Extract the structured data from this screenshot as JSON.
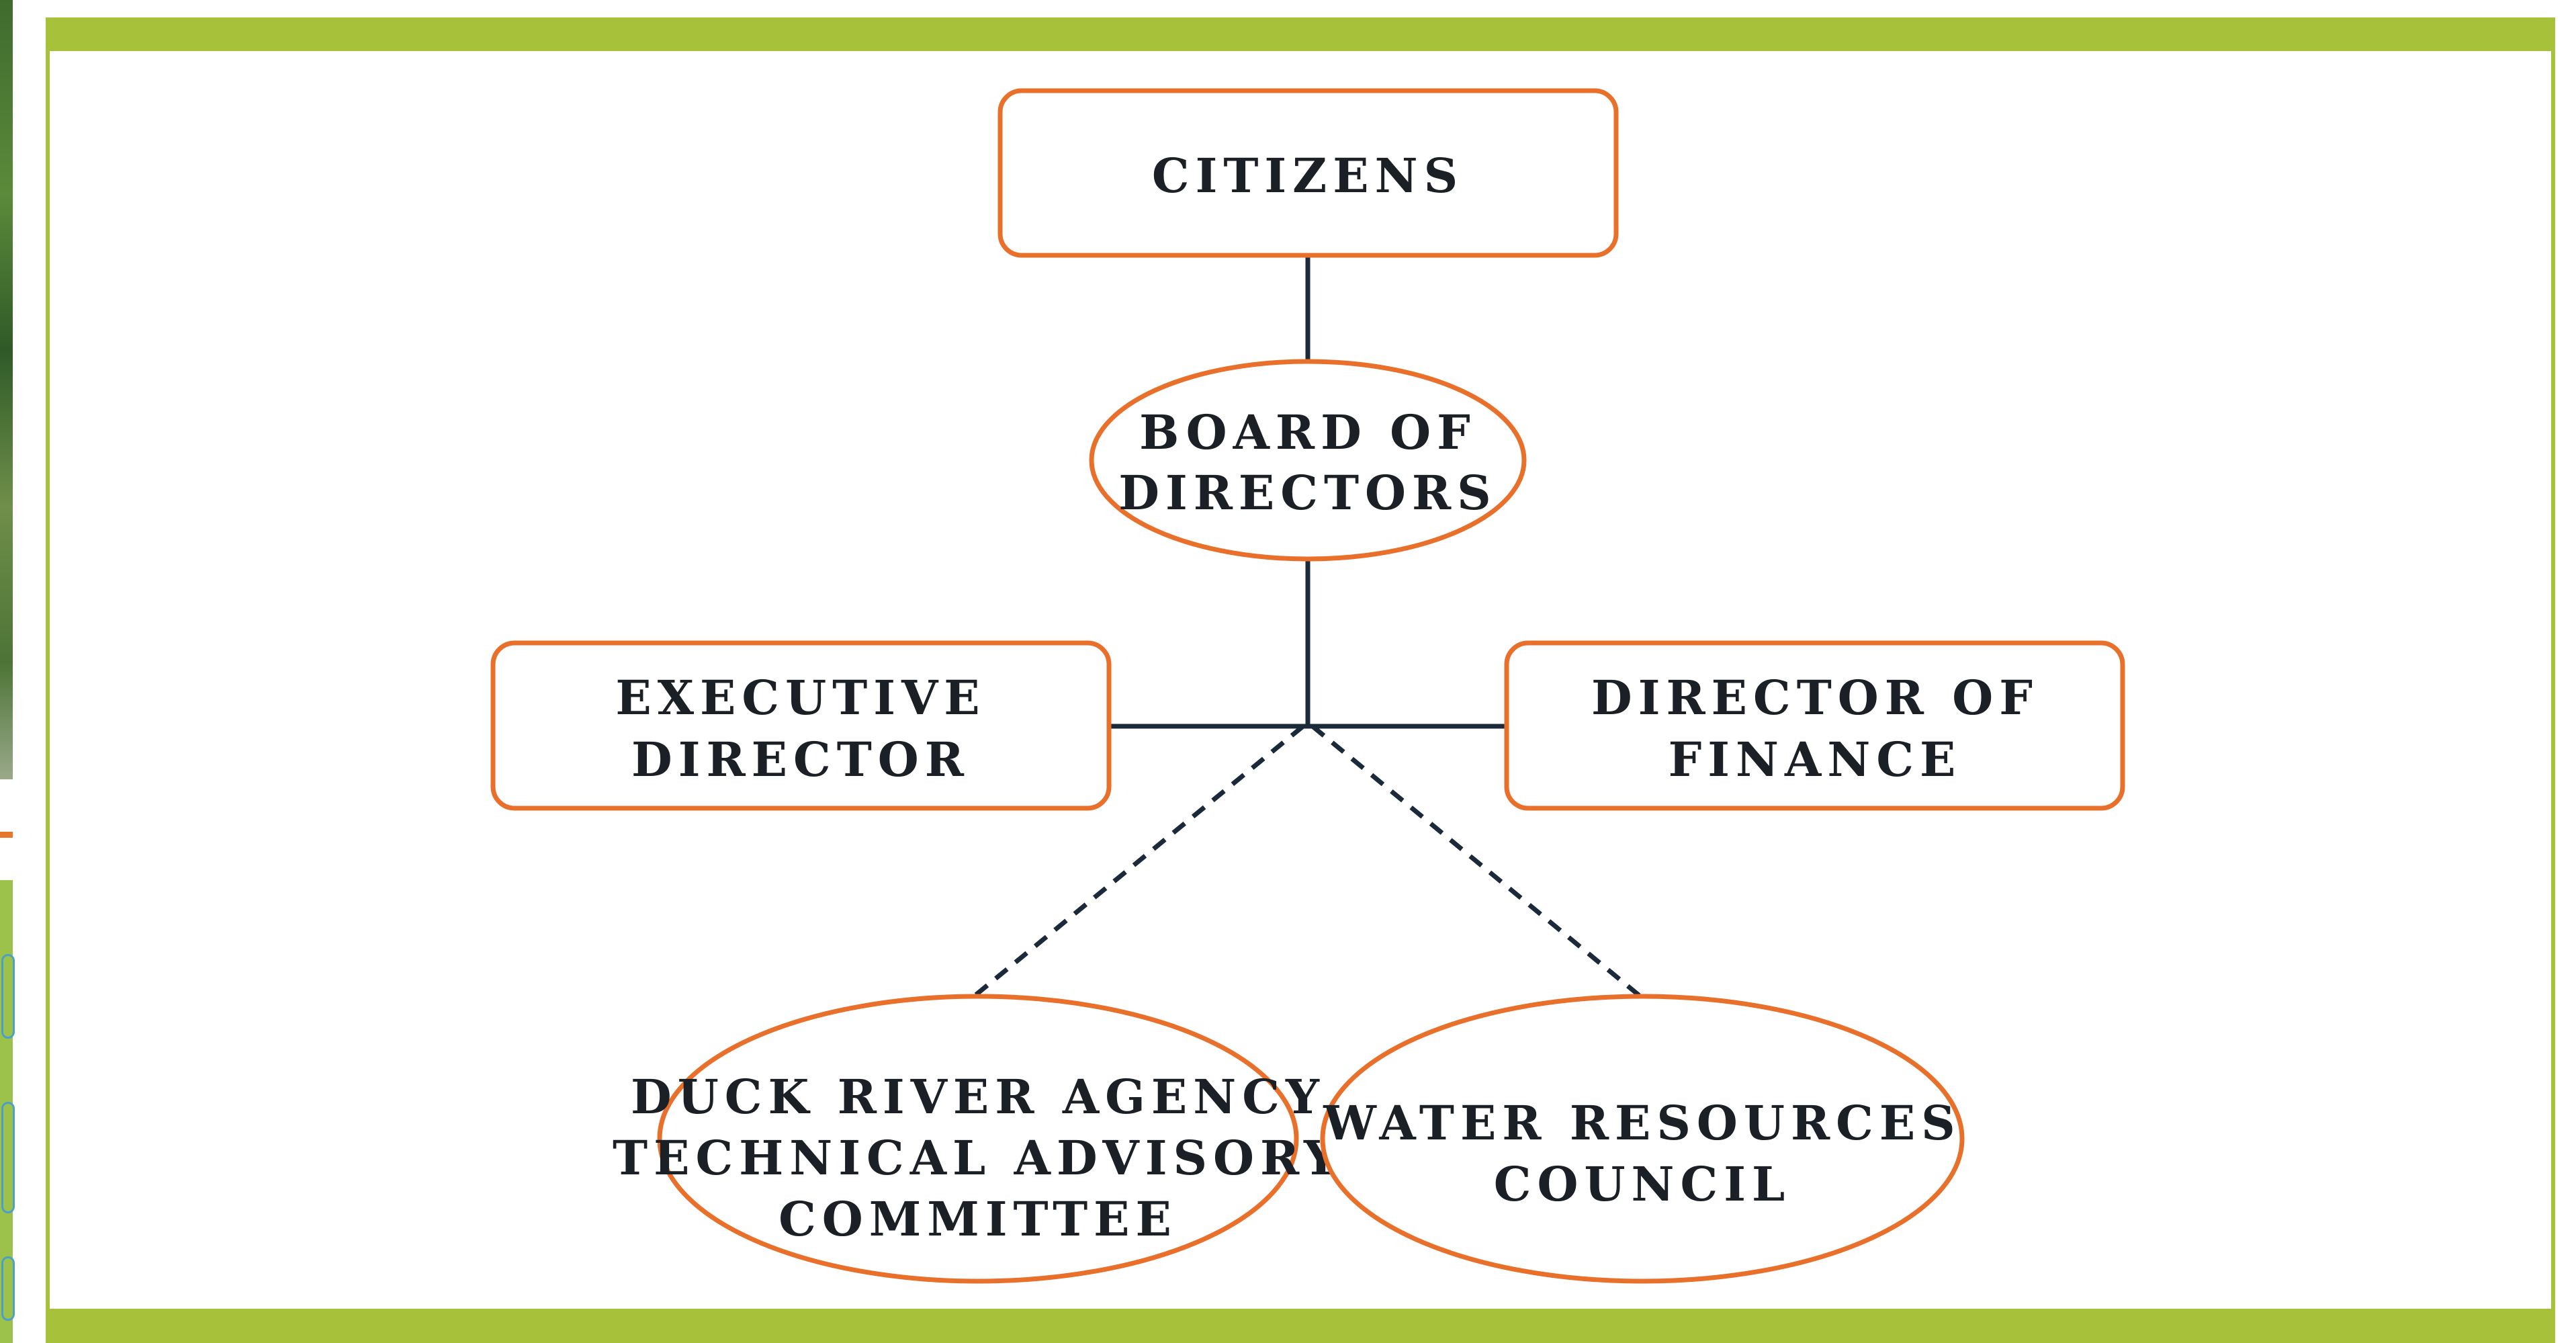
{
  "diagram": {
    "type": "organizational-chart",
    "colors": {
      "frame_accent": "#a7c23a",
      "node_border": "#e8702a",
      "connector": "#1b2a3a",
      "text": "#1b1f26"
    },
    "nodes": {
      "citizens": {
        "shape": "rounded-rectangle",
        "lines": [
          "CITIZENS"
        ]
      },
      "board": {
        "shape": "ellipse",
        "lines": [
          "BOARD OF",
          "DIRECTORS"
        ]
      },
      "executive": {
        "shape": "rounded-rectangle",
        "lines": [
          "EXECUTIVE",
          "DIRECTOR"
        ]
      },
      "finance": {
        "shape": "rounded-rectangle",
        "lines": [
          "DIRECTOR OF",
          "FINANCE"
        ]
      },
      "tac": {
        "shape": "ellipse",
        "lines": [
          "DUCK RIVER AGENCY",
          "TECHNICAL ADVISORY",
          "COMMITTEE"
        ]
      },
      "wrc": {
        "shape": "ellipse",
        "lines": [
          "WATER RESOURCES",
          "COUNCIL"
        ]
      }
    },
    "edges": [
      {
        "from": "citizens",
        "to": "board",
        "style": "solid"
      },
      {
        "from": "board",
        "to": "executive",
        "style": "solid"
      },
      {
        "from": "board",
        "to": "finance",
        "style": "solid"
      },
      {
        "from": "board",
        "to": "tac",
        "style": "dashed"
      },
      {
        "from": "board",
        "to": "wrc",
        "style": "dashed"
      }
    ]
  }
}
